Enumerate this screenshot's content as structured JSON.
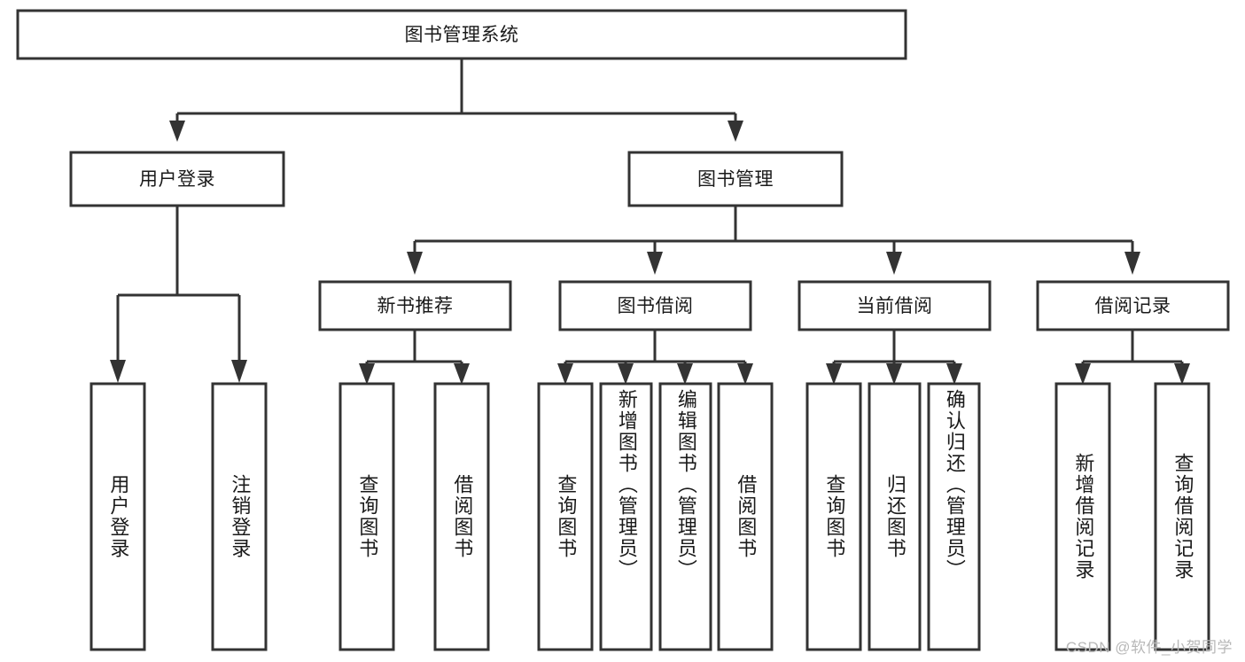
{
  "diagram": {
    "title": "图书管理系统",
    "type": "tree-hierarchy-diagram",
    "colors": {
      "box_stroke": "#333333",
      "box_fill": "#ffffff",
      "connector": "#333333",
      "text": "#1a1a1a",
      "watermark": "#b8b8b8",
      "background": "#ffffff"
    },
    "root": {
      "label": "图书管理系统"
    },
    "level2": [
      {
        "label": "用户登录"
      },
      {
        "label": "图书管理"
      }
    ],
    "level3": [
      {
        "label": "新书推荐"
      },
      {
        "label": "图书借阅"
      },
      {
        "label": "当前借阅"
      },
      {
        "label": "借阅记录"
      }
    ],
    "leaves": {
      "user_login": [
        {
          "label": "用户登录"
        },
        {
          "label": "注销登录"
        }
      ],
      "new_book_recommend": [
        {
          "label": "查询图书"
        },
        {
          "label": "借阅图书"
        }
      ],
      "book_borrow": [
        {
          "label": "查询图书"
        },
        {
          "label": "新增图书（管理员）"
        },
        {
          "label": "编辑图书（管理员）"
        },
        {
          "label": "借阅图书"
        }
      ],
      "current_borrow": [
        {
          "label": "查询图书"
        },
        {
          "label": "归还图书"
        },
        {
          "label": "确认归还（管理员）"
        }
      ],
      "borrow_record": [
        {
          "label": "新增借阅记录"
        },
        {
          "label": "查询借阅记录"
        }
      ]
    }
  },
  "watermark": {
    "text": "CSDN @软件_小贺同学"
  }
}
